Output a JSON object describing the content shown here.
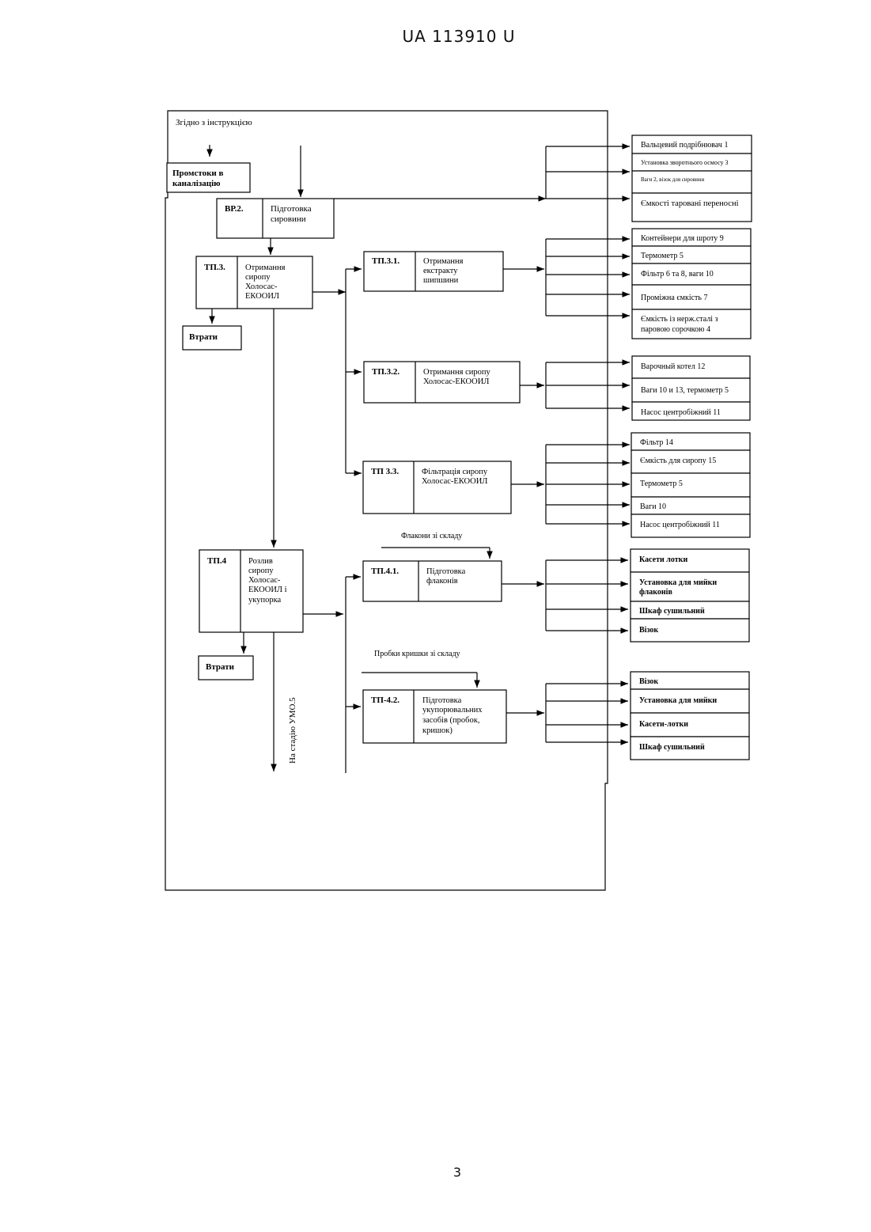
{
  "header": {
    "patent_number": "UA   113910   U"
  },
  "page_number": "3",
  "diagram": {
    "top_note": "Згідно з інструкцією",
    "waste": [
      "Промстоки в",
      "каналізацію"
    ],
    "vr2": {
      "code": "ВР.2.",
      "title": [
        "Підготовка",
        "сировини"
      ]
    },
    "tp3": {
      "code": "ТП.3.",
      "title": [
        "Отримання",
        "сиропу",
        "Холосас-",
        "ЕКООИЛ"
      ]
    },
    "losses_1": "Втрати",
    "tp31": {
      "code": "ТП.3.1.",
      "title": [
        "Отримання",
        "екстракту",
        "шипшини"
      ]
    },
    "tp32": {
      "code": "ТП.3.2.",
      "title": [
        "Отримання сиропу",
        "Холосас-ЕКООИЛ"
      ]
    },
    "tp33": {
      "code": "ТП 3.3.",
      "title": [
        "Фільтрація сиропу",
        "Холосас-ЕКООИЛ"
      ]
    },
    "tp4": {
      "code": "ТП.4",
      "title": [
        "Розлив",
        "сиропу",
        "Холосас-",
        "ЕКООИЛ  і",
        "укупорка"
      ]
    },
    "losses_2": "Втрати",
    "to_stage": "На стадію УМО.5",
    "vials_supply": "Флакони зі складу",
    "caps_supply": "Пробки кришки зі складу",
    "tp41": {
      "code": "ТП.4.1.",
      "title": [
        "Підготовка",
        "флаконів"
      ]
    },
    "tp42": {
      "code": "ТП-4.2.",
      "title": [
        "Підготовка",
        "укупорювальних",
        "засобів (пробок,",
        "кришок)"
      ]
    },
    "eq_vr2": [
      "Вальцевий подрібнювач 1",
      "Установка зворотнього осмосу 3",
      "Ваги 2, візок для сировини",
      "Ємкості таровані переносні"
    ],
    "eq_tp31": [
      "Контейнери для шроту 9",
      "Термометр 5",
      "Фільтр 6 та 8, ваги 10",
      "Проміжна ємкість 7",
      "Ємкість із нерж.сталі з",
      "паровою сорочкою  4"
    ],
    "eq_tp32": [
      "Варочный котел 12",
      "Ваги  10 и 13, термометр 5",
      "Насос центробіжний 11"
    ],
    "eq_tp33": [
      "Фільтр 14",
      "Ємкість для сиропу 15",
      "Термометр 5",
      "Ваги  10",
      "Насос центробіжний 11"
    ],
    "eq_tp41": [
      "Касети лотки",
      "Установка для мийки",
      "флаконів",
      "Шкаф сушильний",
      "Візок"
    ],
    "eq_tp42": [
      "Візок",
      "Установка для мийки",
      "Касети-лотки",
      "Шкаф сушильний"
    ]
  }
}
